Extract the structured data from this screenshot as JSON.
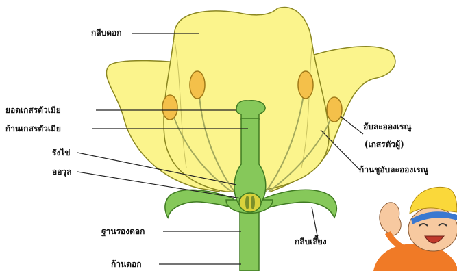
{
  "labels": {
    "petal": "กลีบดอก",
    "stigma": "ยอดเกสรตัวเมีย",
    "style": "ก้านเกสรตัวเมีย",
    "ovary": "รังไข่",
    "ovule": "ออวุล",
    "receptacle": "ฐานรองดอก",
    "pedicel": "ก้านดอก",
    "anther_line1": "อับละอองเรณู",
    "anther_line2": "(เกสรตัวผู้)",
    "filament": "ก้านชูอับละอองเรณู",
    "sepal": "กลีบเลี้ยง"
  },
  "colors": {
    "petal_fill": "#fbf48c",
    "petal_stroke": "#8a8620",
    "green": "#86c85a",
    "green_dark": "#3f7a22",
    "anther": "#f4c04a",
    "anther_stroke": "#a07a18",
    "leader": "#222222"
  },
  "mascot": {
    "icon": "cartoon-boy-mascot"
  }
}
